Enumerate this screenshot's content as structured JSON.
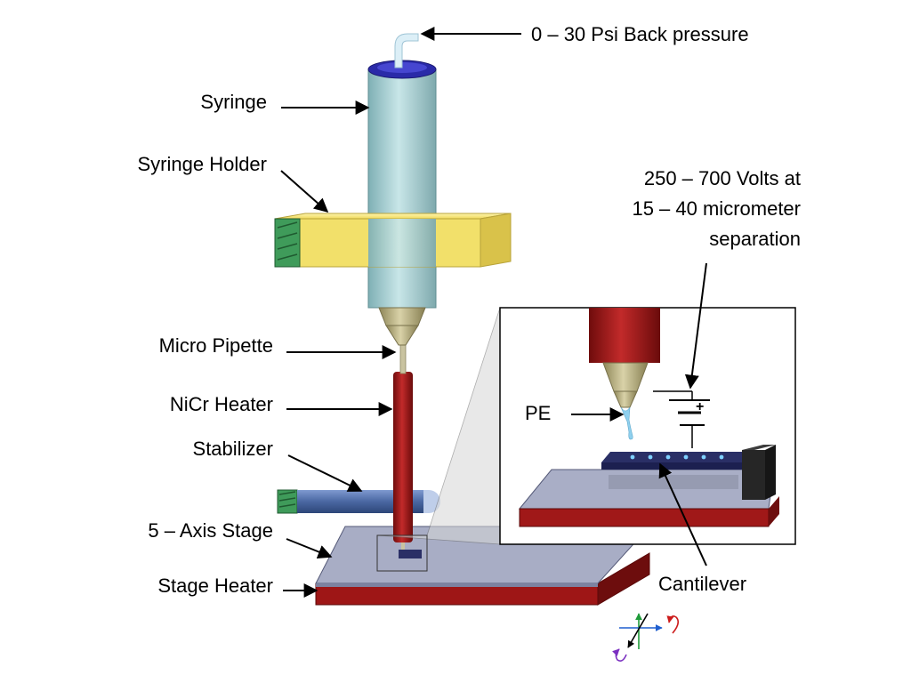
{
  "labels": {
    "back_pressure": "0 – 30 Psi Back pressure",
    "syringe": "Syringe",
    "syringe_holder": "Syringe Holder",
    "voltage_line1": "250 – 700 Volts at",
    "voltage_line2": "15 – 40 micrometer",
    "voltage_line3": "separation",
    "micro_pipette": "Micro Pipette",
    "nicr_heater": "NiCr Heater",
    "stabilizer": "Stabilizer",
    "pe": "PE",
    "five_axis_stage": "5 – Axis Stage",
    "stage_heater": "Stage Heater",
    "cantilever": "Cantilever",
    "battery_plus": "+"
  },
  "colors": {
    "syringe_body": "#9ec8cc",
    "syringe_cap": "#2a2aa8",
    "holder": "#f2e06a",
    "holder_end": "#3f9b5a",
    "pipette_tip": "#b7ad7c",
    "heater_red": "#a11a1a",
    "stabilizer_blue": "#4f6ea8",
    "stage_grey": "#a9aec6",
    "stage_heater_red": "#a01818",
    "inset_dark": "#2a2f66",
    "droplet": "#8fd0ee"
  }
}
